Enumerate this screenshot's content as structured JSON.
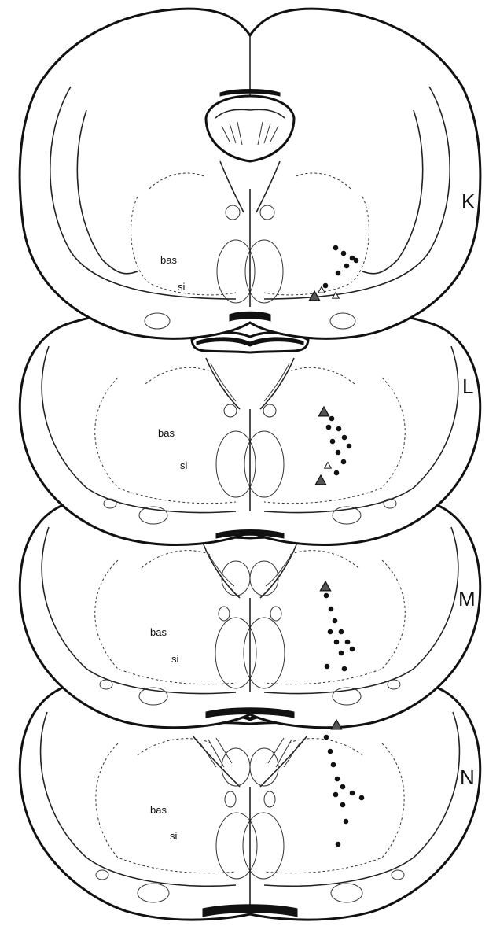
{
  "panels": [
    {
      "letter": "K",
      "labels": {
        "a": "bas",
        "b": "si"
      },
      "dots": [
        [
          427,
          315
        ],
        [
          437,
          322
        ],
        [
          448,
          328
        ],
        [
          430,
          347
        ],
        [
          441,
          338
        ],
        [
          453,
          331
        ],
        [
          414,
          363
        ]
      ],
      "filled_triangles": [
        [
          400,
          377
        ]
      ],
      "open_triangles": [
        [
          409,
          369
        ],
        [
          427,
          376
        ]
      ]
    },
    {
      "letter": "L",
      "labels": {
        "a": "bas",
        "b": "si"
      },
      "dots": [
        [
          422,
          532
        ],
        [
          431,
          545
        ],
        [
          438,
          556
        ],
        [
          444,
          567
        ],
        [
          418,
          543
        ],
        [
          423,
          561
        ],
        [
          430,
          575
        ],
        [
          437,
          587
        ],
        [
          428,
          601
        ]
      ],
      "filled_triangles": [
        [
          412,
          524
        ],
        [
          408,
          611
        ]
      ],
      "open_triangles": [
        [
          417,
          592
        ]
      ]
    },
    {
      "letter": "M",
      "labels": {
        "a": "bas",
        "b": "si"
      },
      "dots": [
        [
          415,
          757
        ],
        [
          421,
          774
        ],
        [
          426,
          789
        ],
        [
          434,
          803
        ],
        [
          442,
          816
        ],
        [
          448,
          825
        ],
        [
          420,
          803
        ],
        [
          428,
          816
        ],
        [
          434,
          830
        ],
        [
          438,
          850
        ],
        [
          416,
          847
        ]
      ],
      "filled_triangles": [
        [
          414,
          746
        ]
      ],
      "open_triangles": []
    },
    {
      "letter": "N",
      "labels": {
        "a": "bas",
        "b": "si"
      },
      "dots": [
        [
          415,
          937
        ],
        [
          420,
          955
        ],
        [
          424,
          972
        ],
        [
          429,
          990
        ],
        [
          436,
          1000
        ],
        [
          448,
          1008
        ],
        [
          460,
          1014
        ],
        [
          427,
          1010
        ],
        [
          436,
          1023
        ],
        [
          440,
          1044
        ],
        [
          430,
          1073
        ]
      ],
      "filled_triangles": [
        [
          428,
          922
        ]
      ],
      "open_triangles": []
    }
  ]
}
